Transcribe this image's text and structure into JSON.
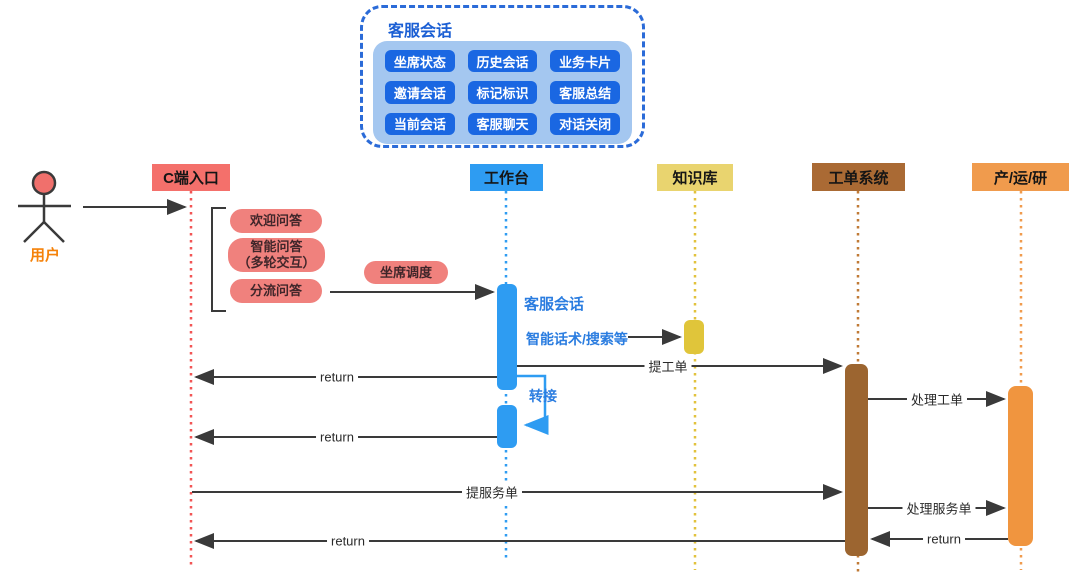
{
  "feature_box": {
    "title": "客服会话",
    "buttons": [
      "坐席状态",
      "历史会话",
      "业务卡片",
      "邀请会话",
      "标记标识",
      "客服总结",
      "当前会话",
      "客服聊天",
      "对话关闭"
    ]
  },
  "actor": {
    "label": "用户"
  },
  "lifelines": [
    {
      "label": "C端入口"
    },
    {
      "label": "工作台"
    },
    {
      "label": "知识库"
    },
    {
      "label": "工单系统"
    },
    {
      "label": "产/运/研"
    }
  ],
  "pills": {
    "welcome": "欢迎问答",
    "smart_qa_line1": "智能问答",
    "smart_qa_line2": "（多轮交互）",
    "split_qa": "分流问答",
    "dispatch": "坐席调度"
  },
  "annotations": {
    "session": "客服会话",
    "smart_script": "智能话术/搜索等",
    "transfer": "转接"
  },
  "messages": {
    "submit_ticket": "提工单",
    "return_1": "return",
    "return_2": "return",
    "submit_service": "提服务单",
    "handle_ticket": "处理工单",
    "handle_service": "处理服务单",
    "return_3": "return",
    "return_4": "return"
  },
  "colors": {
    "entry_red": "#f4706b",
    "entry_line_red": "#f25555",
    "workbench_blue": "#2e9cf2",
    "knowledge_yellow": "#e9d46f",
    "knowledge_bar_gold": "#e0c53a",
    "ticket_brown": "#aa6a34",
    "ticket_bar_brown": "#9c6530",
    "prod_orange": "#f09b4d",
    "feature_border_blue": "#2b6bd8",
    "feature_button_blue": "#1a67e2",
    "feature_panel_blue": "#a4c7f0",
    "pill_red": "#f0817d",
    "blue_text": "#2b7de0",
    "actor_orange": "#f5820a",
    "arrow_dark": "#3a3a3a"
  }
}
